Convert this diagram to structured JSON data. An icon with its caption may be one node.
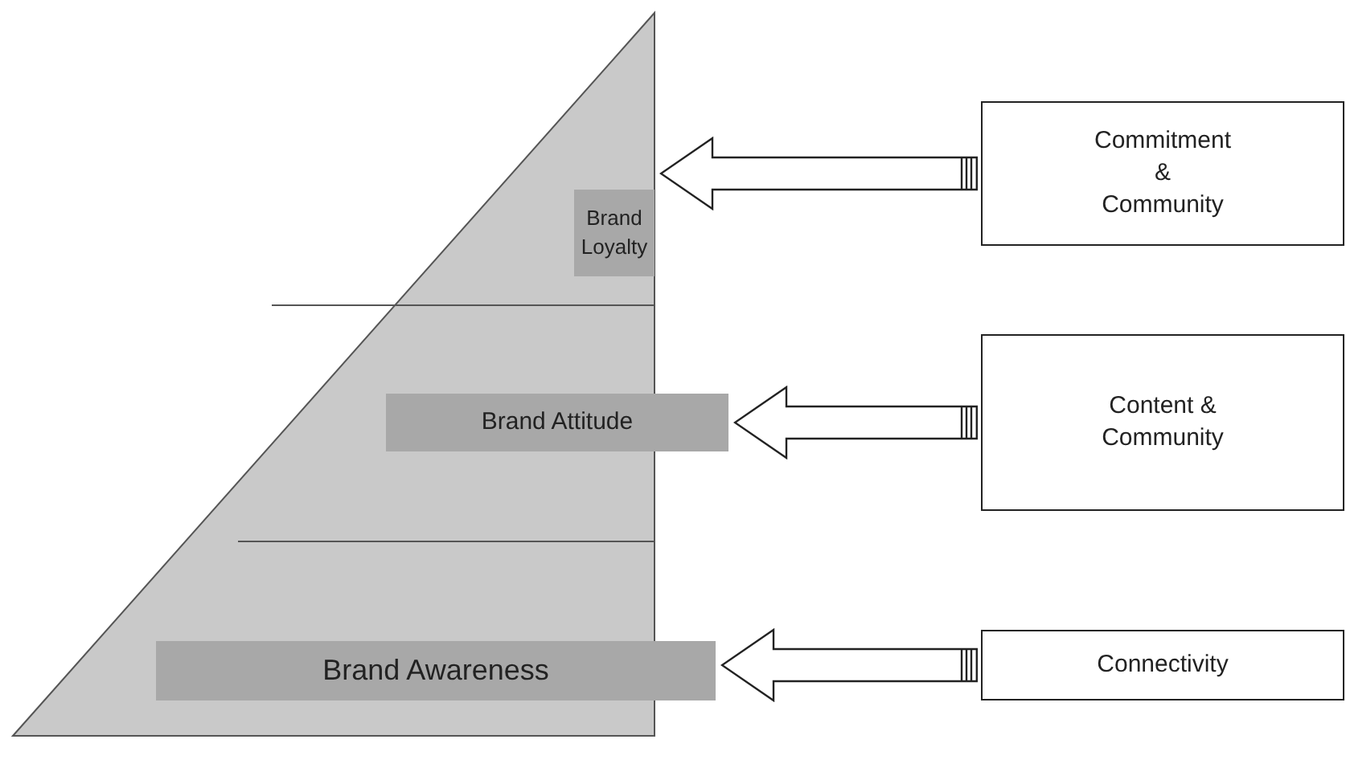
{
  "diagram": {
    "nodes": [
      {
        "text": [
          "Brand Loyalty"
        ]
      },
      {
        "text": [
          "Brand Attitude"
        ]
      },
      {
        "text": [
          "Brand Awareness"
        ]
      },
      {
        "text": [
          "Commitment & Community"
        ]
      },
      {
        "text": [
          "Content & Community"
        ]
      },
      {
        "text": [
          "Connectivity"
        ]
      }
    ],
    "edges": [
      {
        "from": 3,
        "to": 0,
        "arrow": "to"
      },
      {
        "from": 4,
        "to": 1,
        "arrow": "to"
      },
      {
        "from": 5,
        "to": 2,
        "arrow": "to"
      }
    ]
  }
}
